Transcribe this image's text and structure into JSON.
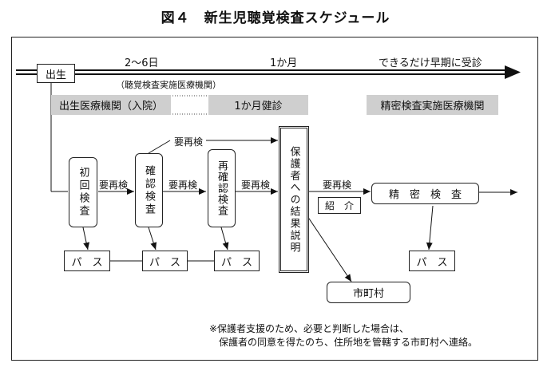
{
  "title": "図４　新生児聴覚検査スケジュール",
  "timeline": {
    "birth": "出生",
    "t1": "2～6日",
    "t2": "1か月",
    "t3": "できるだけ早期に受診",
    "sub": "（聴覚検査実施医療機関）"
  },
  "bands": {
    "birth_hospital": "出生医療機関（入院）",
    "one_month_checkup": "1か月健診",
    "detailed_hospital": "精密検査実施医療機関"
  },
  "flow": {
    "initial_test": "初回検査",
    "confirm_test": "確認検査",
    "retest": "再確認検査",
    "explain": "保護者への結果説明",
    "detailed_test": "精　密　検　査",
    "pass": "パ　ス",
    "retest_needed": "要再検",
    "referral": "紹　介",
    "municipality": "市町村"
  },
  "note": {
    "line1": "※保護者支援のため、必要と判断した場合は、",
    "line2": "　保護者の同意を得たのち、住所地を管轄する市町村へ連絡。"
  }
}
